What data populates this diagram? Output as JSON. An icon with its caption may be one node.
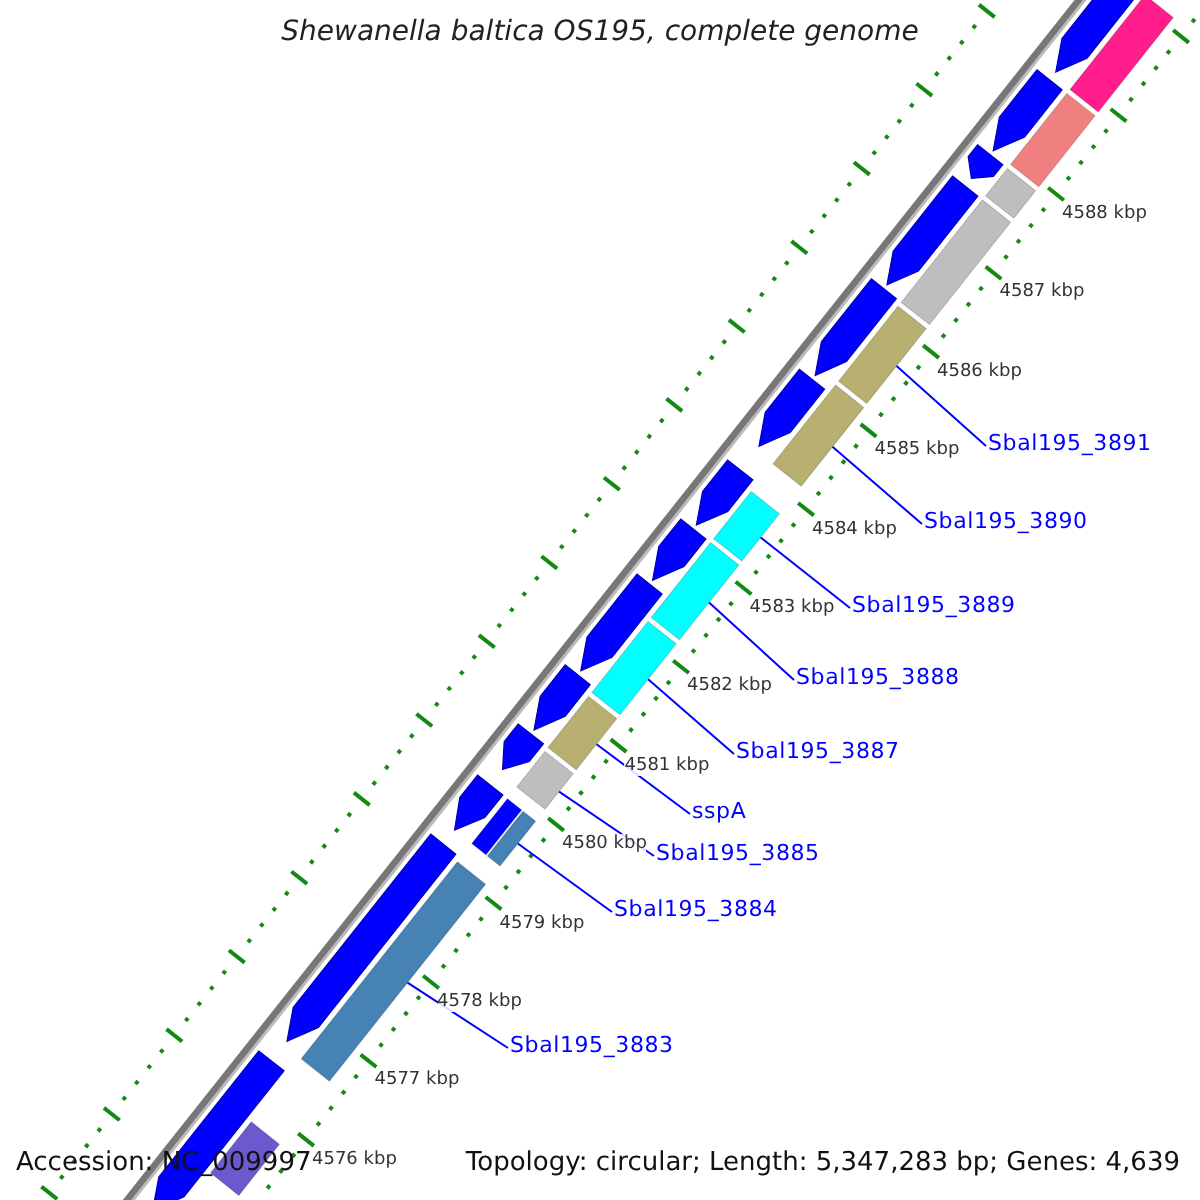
{
  "diagram": {
    "title": "Shewanella baltica OS195, complete genome",
    "nodes": [
      {
        "text": [
          "Sbal195_3891"
        ]
      },
      {
        "text": [
          "Sbal195_3890"
        ]
      },
      {
        "text": [
          "Sbal195_3889"
        ]
      },
      {
        "text": [
          "Sbal195_3888"
        ]
      },
      {
        "text": [
          "Sbal195_3887"
        ]
      },
      {
        "text": [
          "sspA"
        ]
      },
      {
        "text": [
          "Sbal195_3885"
        ]
      },
      {
        "text": [
          "Sbal195_3884"
        ]
      },
      {
        "text": [
          "Sbal195_3883"
        ]
      },
      {
        "text": [],
        "shape": "bar"
      },
      {
        "text": [],
        "shape": "bar"
      },
      {
        "text": [],
        "shape": "bar"
      },
      {
        "text": [],
        "shape": "bar"
      },
      {
        "text": [],
        "shape": "bar"
      },
      {
        "text": [],
        "shape": "bar"
      },
      {
        "text": [],
        "shape": "bar"
      },
      {
        "text": [],
        "shape": "bar"
      },
      {
        "text": [],
        "shape": "bar"
      },
      {
        "text": [],
        "shape": "pentagon"
      },
      {
        "text": [],
        "shape": "pentagon"
      },
      {
        "text": [],
        "shape": "pentagon"
      },
      {
        "text": [],
        "shape": "pentagon"
      },
      {
        "text": [],
        "shape": "pentagon"
      },
      {
        "text": [],
        "shape": "pentagon"
      },
      {
        "text": [],
        "shape": "pentagon"
      },
      {
        "text": [],
        "shape": "pentagon"
      },
      {
        "text": [],
        "shape": "pentagon"
      },
      {
        "text": [],
        "shape": "pentagon"
      },
      {
        "text": [],
        "shape": "pentagon"
      },
      {
        "text": [],
        "shape": "pentagon"
      },
      {
        "text": [],
        "shape": "pentagon"
      },
      {
        "text": [],
        "shape": "pentagon"
      },
      {
        "text": [],
        "shape": "bar"
      },
      {
        "text": [],
        "shape": "bar"
      },
      {
        "text": [],
        "shape": "bar"
      },
      {
        "text": [],
        "shape": "bar"
      },
      {
        "text": [],
        "shape": "bar"
      },
      {
        "text": [],
        "shape": "bar"
      }
    ],
    "edges": [
      {
        "from": 0,
        "to": 9,
        "arrow": "none"
      },
      {
        "from": 1,
        "to": 10,
        "arrow": "none"
      },
      {
        "from": 2,
        "to": 11,
        "arrow": "none"
      },
      {
        "from": 3,
        "to": 12,
        "arrow": "none"
      },
      {
        "from": 4,
        "to": 13,
        "arrow": "none"
      },
      {
        "from": 5,
        "to": 14,
        "arrow": "none"
      },
      {
        "from": 6,
        "to": 15,
        "arrow": "none"
      },
      {
        "from": 7,
        "to": 16,
        "arrow": "none"
      },
      {
        "from": 8,
        "to": 17,
        "arrow": "none"
      }
    ],
    "labels": [
      "4588 kbp",
      "4587 kbp",
      "4586 kbp",
      "4585 kbp",
      "4584 kbp",
      "4583 kbp",
      "4582 kbp",
      "4581 kbp",
      "4580 kbp",
      "4579 kbp",
      "4578 kbp",
      "4577 kbp",
      "4576 kbp",
      "Accession: NC_009997",
      "Topology: circular; Length: 5,347,283 bp; Genes: 4,639"
    ]
  }
}
